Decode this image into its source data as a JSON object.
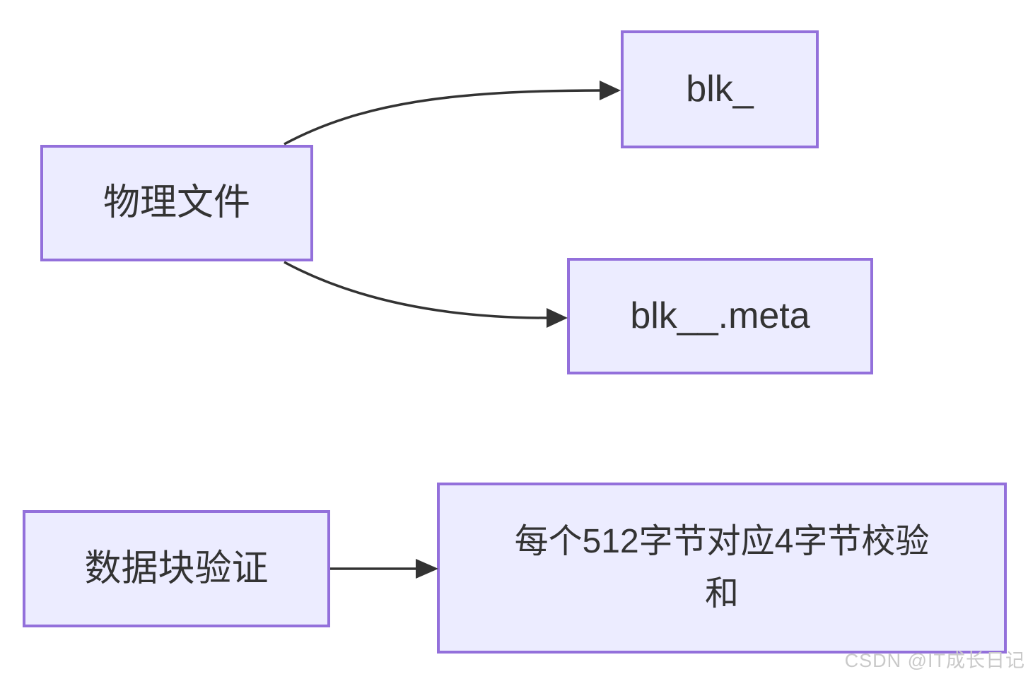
{
  "theme": {
    "background": "#ffffff",
    "node-fill": "#ECECFF",
    "node-border": "#9370DB",
    "edge-color": "#333333",
    "text-color": "#333333",
    "watermark-color": "#c9c9c9"
  },
  "diagram": {
    "type": "flowchart",
    "nodes": {
      "physical_file": {
        "label": "物理文件"
      },
      "blk": {
        "label": "blk_"
      },
      "blk_meta": {
        "label": "blk__.meta"
      },
      "block_verify": {
        "label": "数据块验证"
      },
      "checksum": {
        "label": "每个512字节对应4字节校验和"
      }
    },
    "edges": [
      {
        "from": "physical_file",
        "to": "blk",
        "style": "curved-arrow"
      },
      {
        "from": "physical_file",
        "to": "blk_meta",
        "style": "curved-arrow"
      },
      {
        "from": "block_verify",
        "to": "checksum",
        "style": "straight-arrow"
      }
    ]
  },
  "watermark": {
    "text": "CSDN @IT成长日记"
  }
}
